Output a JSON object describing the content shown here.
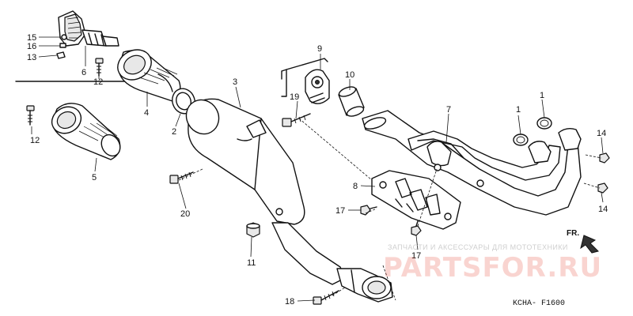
{
  "callouts": {
    "n1a": "1",
    "n1b": "1",
    "n2": "2",
    "n3": "3",
    "n4": "4",
    "n5": "5",
    "n6": "6",
    "n7": "7",
    "n8": "8",
    "n9": "9",
    "n10": "10",
    "n11": "11",
    "n12a": "12",
    "n12b": "12",
    "n13": "13",
    "n14a": "14",
    "n14b": "14",
    "n15": "15",
    "n16": "16",
    "n17a": "17",
    "n17b": "17",
    "n18": "18",
    "n19": "19",
    "n20": "20"
  },
  "direction_label": "FR.",
  "diagram_code": "KCHA- F1600",
  "watermark": {
    "subtitle": "ЗАПЧАСТИ И АКСЕССУАРЫ ДЛЯ МОТОТЕХНИКИ",
    "brand": "PARTSFOR.RU"
  }
}
